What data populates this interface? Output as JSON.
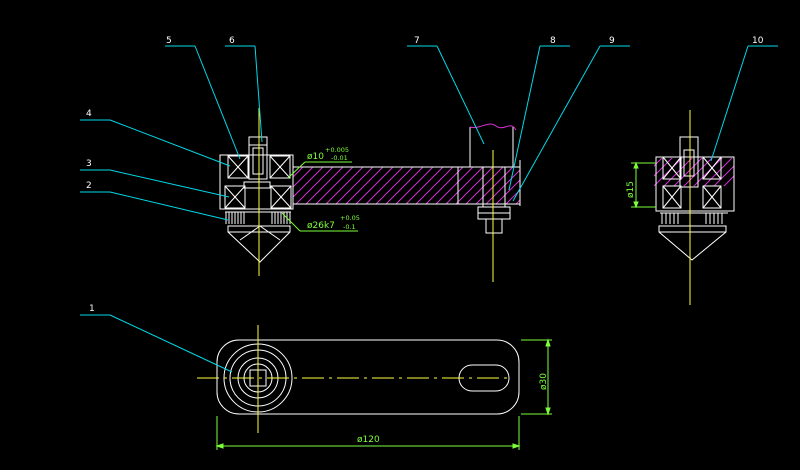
{
  "colors": {
    "background": "#000000",
    "outline": "#ffffff",
    "leader": "#00d8e8",
    "dimension": "#7cff3a",
    "centerline": "#ffff40",
    "hatch": "#d62fd6"
  },
  "callouts": [
    "1",
    "2",
    "3",
    "4",
    "5",
    "6",
    "7",
    "8",
    "9",
    "10"
  ],
  "dimensions": {
    "bore": {
      "base": "ø10",
      "upper": "+0.005",
      "lower": "-0.01"
    },
    "bearing": {
      "base": "ø26k7",
      "upper": "+0.05",
      "lower": "-0.1"
    },
    "side_dia": "ø15",
    "length": "ø120",
    "width": "ø30"
  }
}
